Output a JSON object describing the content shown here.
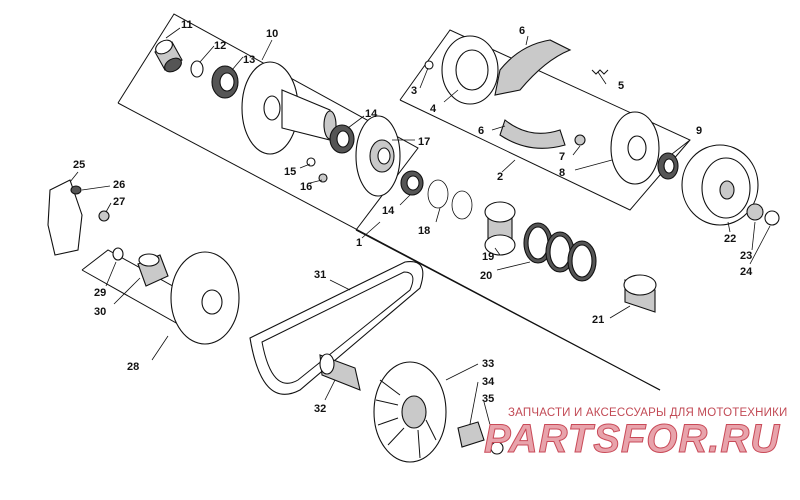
{
  "diagram": {
    "callouts": [
      "1",
      "2",
      "3",
      "4",
      "5",
      "6",
      "6",
      "7",
      "8",
      "9",
      "10",
      "11",
      "12",
      "13",
      "14",
      "14",
      "15",
      "16",
      "17",
      "18",
      "19",
      "20",
      "21",
      "22",
      "23",
      "24",
      "25",
      "26",
      "27",
      "28",
      "29",
      "30",
      "31",
      "32",
      "33",
      "34",
      "35"
    ]
  },
  "watermark": {
    "caption": "ЗАПЧАСТИ И АКСЕССУАРЫ ДЛЯ МОТОТЕХНИКИ",
    "logo": "PARTSFOR.RU"
  }
}
